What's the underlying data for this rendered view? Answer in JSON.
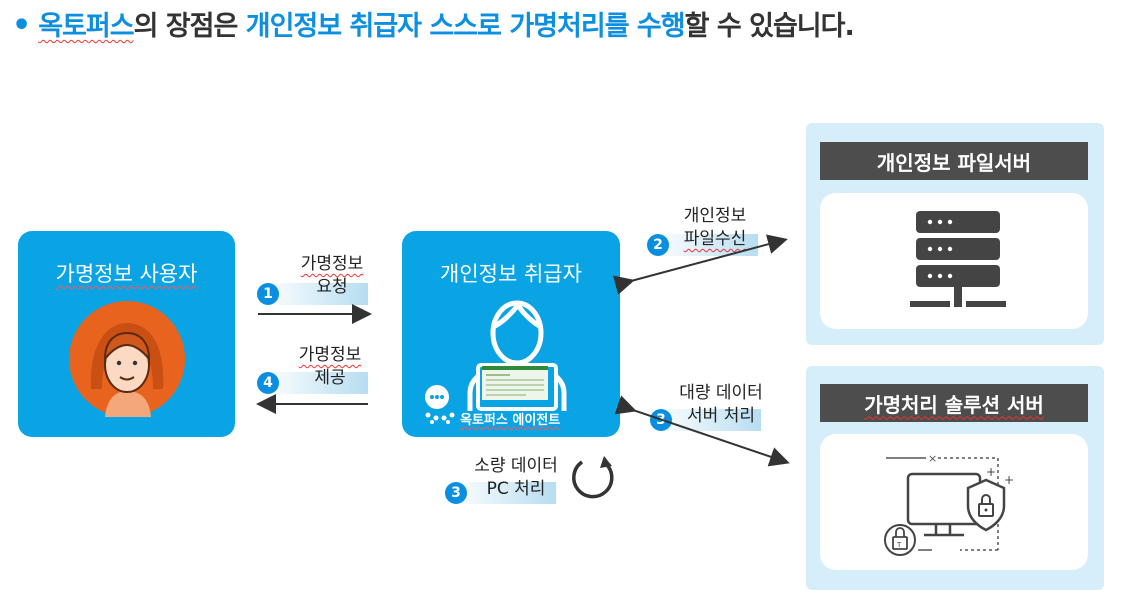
{
  "title": {
    "bullet": "•",
    "part1": "옥토퍼스",
    "part2": "의 장점은 ",
    "part3": "개인정보 취급자 스스로 가명처리를 수행",
    "part4": "할 수 있습니다."
  },
  "user_box": {
    "title": "가명정보 사용자"
  },
  "handler_box": {
    "title": "개인정보 취급자",
    "agent_label": "옥토퍼스 에이전트"
  },
  "steps": {
    "s1": {
      "num": "1",
      "line1": "가명정보",
      "line2": "요청"
    },
    "s4": {
      "num": "4",
      "line1": "가명정보",
      "line2": "제공"
    },
    "s2": {
      "num": "2",
      "line1": "개인정보",
      "line2": "파일수신"
    },
    "s3a": {
      "num": "3",
      "line1": "대량 데이터",
      "line2": "서버 처리"
    },
    "s3b": {
      "num": "3",
      "line1": "소량 데이터",
      "line2": "PC 처리"
    }
  },
  "file_server": {
    "title": "개인정보 파일서버"
  },
  "pseudo_server": {
    "title": "가명처리 솔루션 서버"
  },
  "colors": {
    "accent": "#0c8fe0",
    "box_blue": "#0aa3e4",
    "panel_bg": "#d6eef9",
    "panel_header": "#4d4d4d",
    "avatar_orange": "#e8641e",
    "icon_dark": "#444444"
  }
}
